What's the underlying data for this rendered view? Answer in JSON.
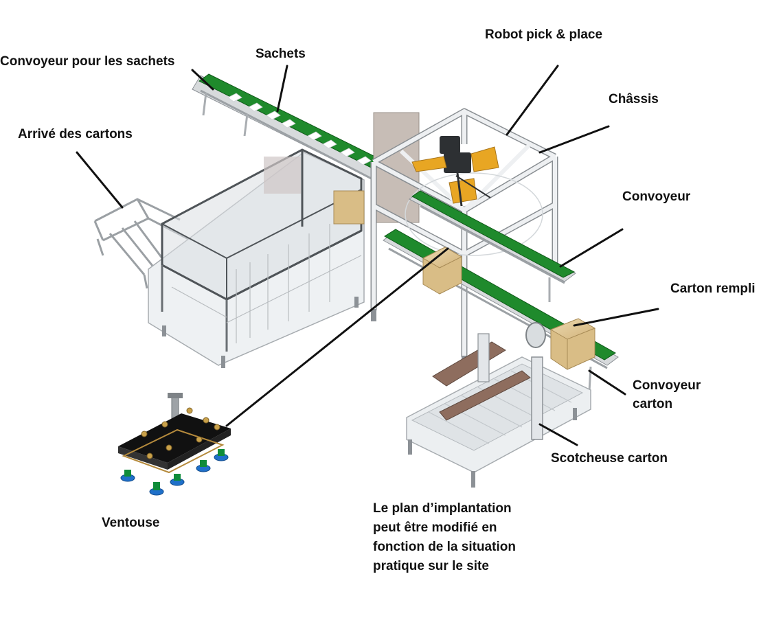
{
  "labels": {
    "robot": "Robot pick & place",
    "sachets_conveyor": "Convoyeur pour les sachets",
    "sachets": "Sachets",
    "chassis": "Châssis",
    "carton_arrival": "Arrivé des cartons",
    "conveyor": "Convoyeur",
    "filled_carton": "Carton rempli",
    "carton_conveyor_line1": "Convoyeur",
    "carton_conveyor_line2": "carton",
    "carton_taper": "Scotcheuse carton",
    "suction_cup": "Ventouse"
  },
  "note": {
    "lines": [
      "Le plan d’implantation",
      "peut être modifié en",
      "fonction de la situation",
      "pratique sur le site"
    ]
  },
  "colors": {
    "belt": "#1f8a2c",
    "carton": "#d9bd86",
    "robot_arm": "#e8a623",
    "frame": "#dfe3e6",
    "suction_pad": "#1f70c9",
    "leader_line": "#111111"
  }
}
